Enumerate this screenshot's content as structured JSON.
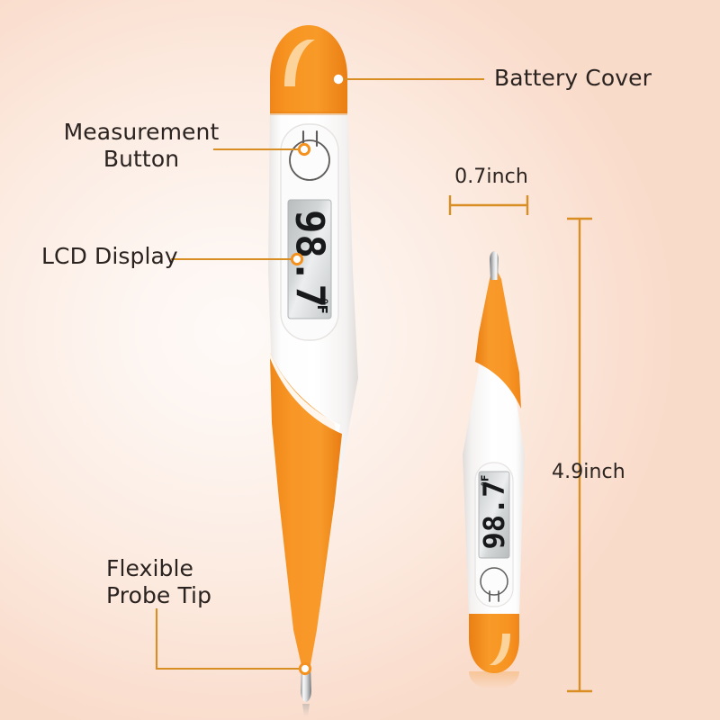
{
  "product": {
    "name": "Digital Thermometer",
    "brand_color": "#f5911e",
    "body_color": "#ffffff",
    "text_color": "#2b2320",
    "background_center": "#fdf4ef",
    "background_edge": "#fadfd0"
  },
  "callouts": [
    {
      "id": "measurement-button",
      "label": "Measurement\nButton",
      "side": "left"
    },
    {
      "id": "lcd-display",
      "label": "LCD Display",
      "side": "left"
    },
    {
      "id": "flexible-probe-tip",
      "label": "Flexible\nProbe Tip",
      "side": "left"
    },
    {
      "id": "battery-cover",
      "label": "Battery Cover",
      "side": "right"
    }
  ],
  "dimensions": {
    "width_label": "0.7inch",
    "height_label": "4.9inch",
    "unit": "inch"
  },
  "display": {
    "main_reading": "98.7",
    "main_unit": "°F",
    "secondary_reading": "98.7",
    "secondary_unit": "°F"
  }
}
